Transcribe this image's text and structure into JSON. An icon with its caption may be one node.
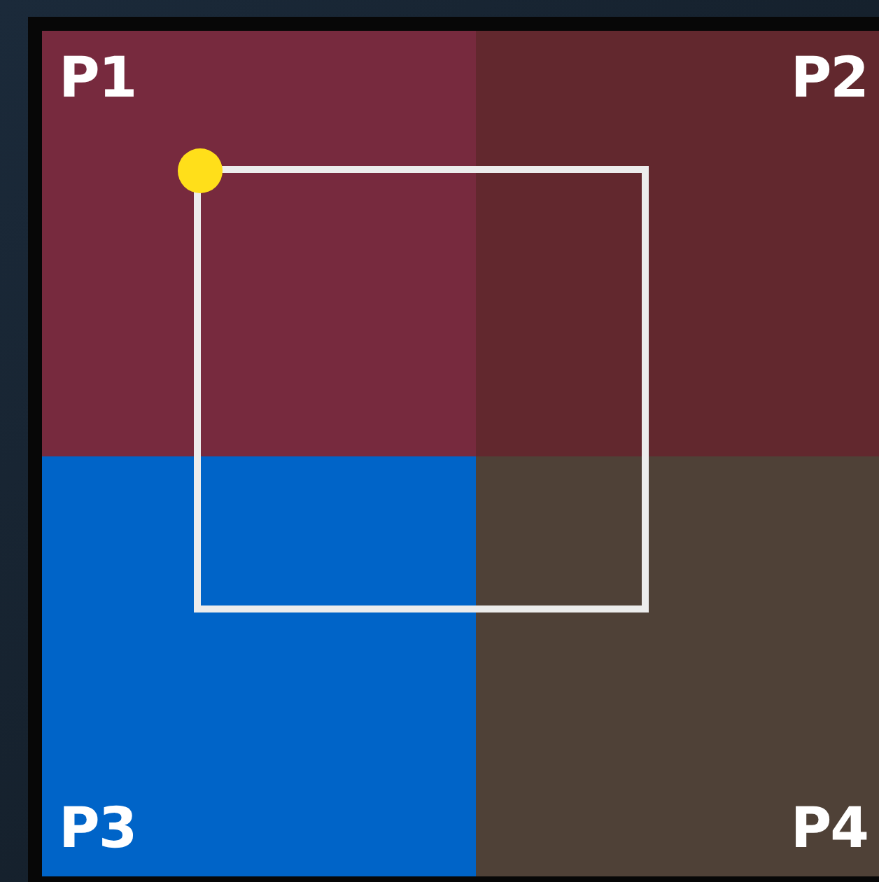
{
  "diagram": {
    "nodes": [
      {
        "text": [
          "P1"
        ]
      },
      {
        "text": [
          "P2"
        ]
      },
      {
        "text": [
          "P3"
        ]
      },
      {
        "text": [
          "P4"
        ]
      }
    ]
  }
}
